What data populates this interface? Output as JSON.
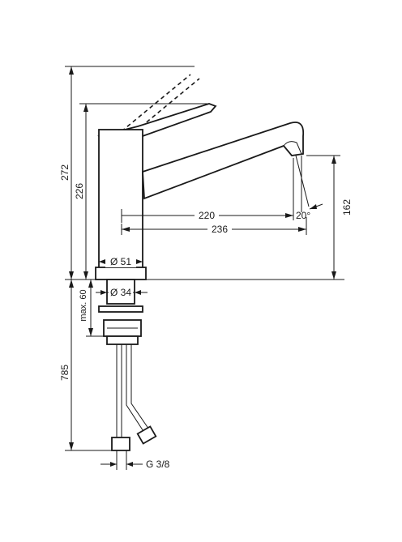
{
  "dimensions": {
    "total_height": "272",
    "body_height": "226",
    "spout_reach_inner": "220",
    "spout_reach_outer": "236",
    "spray_angle": "20°",
    "spout_height": "162",
    "base_diameter": "Ø 51",
    "shank_diameter": "Ø 34",
    "max_counter_thickness": "max. 60",
    "hose_length": "785",
    "connection_thread": "G 3/8"
  }
}
